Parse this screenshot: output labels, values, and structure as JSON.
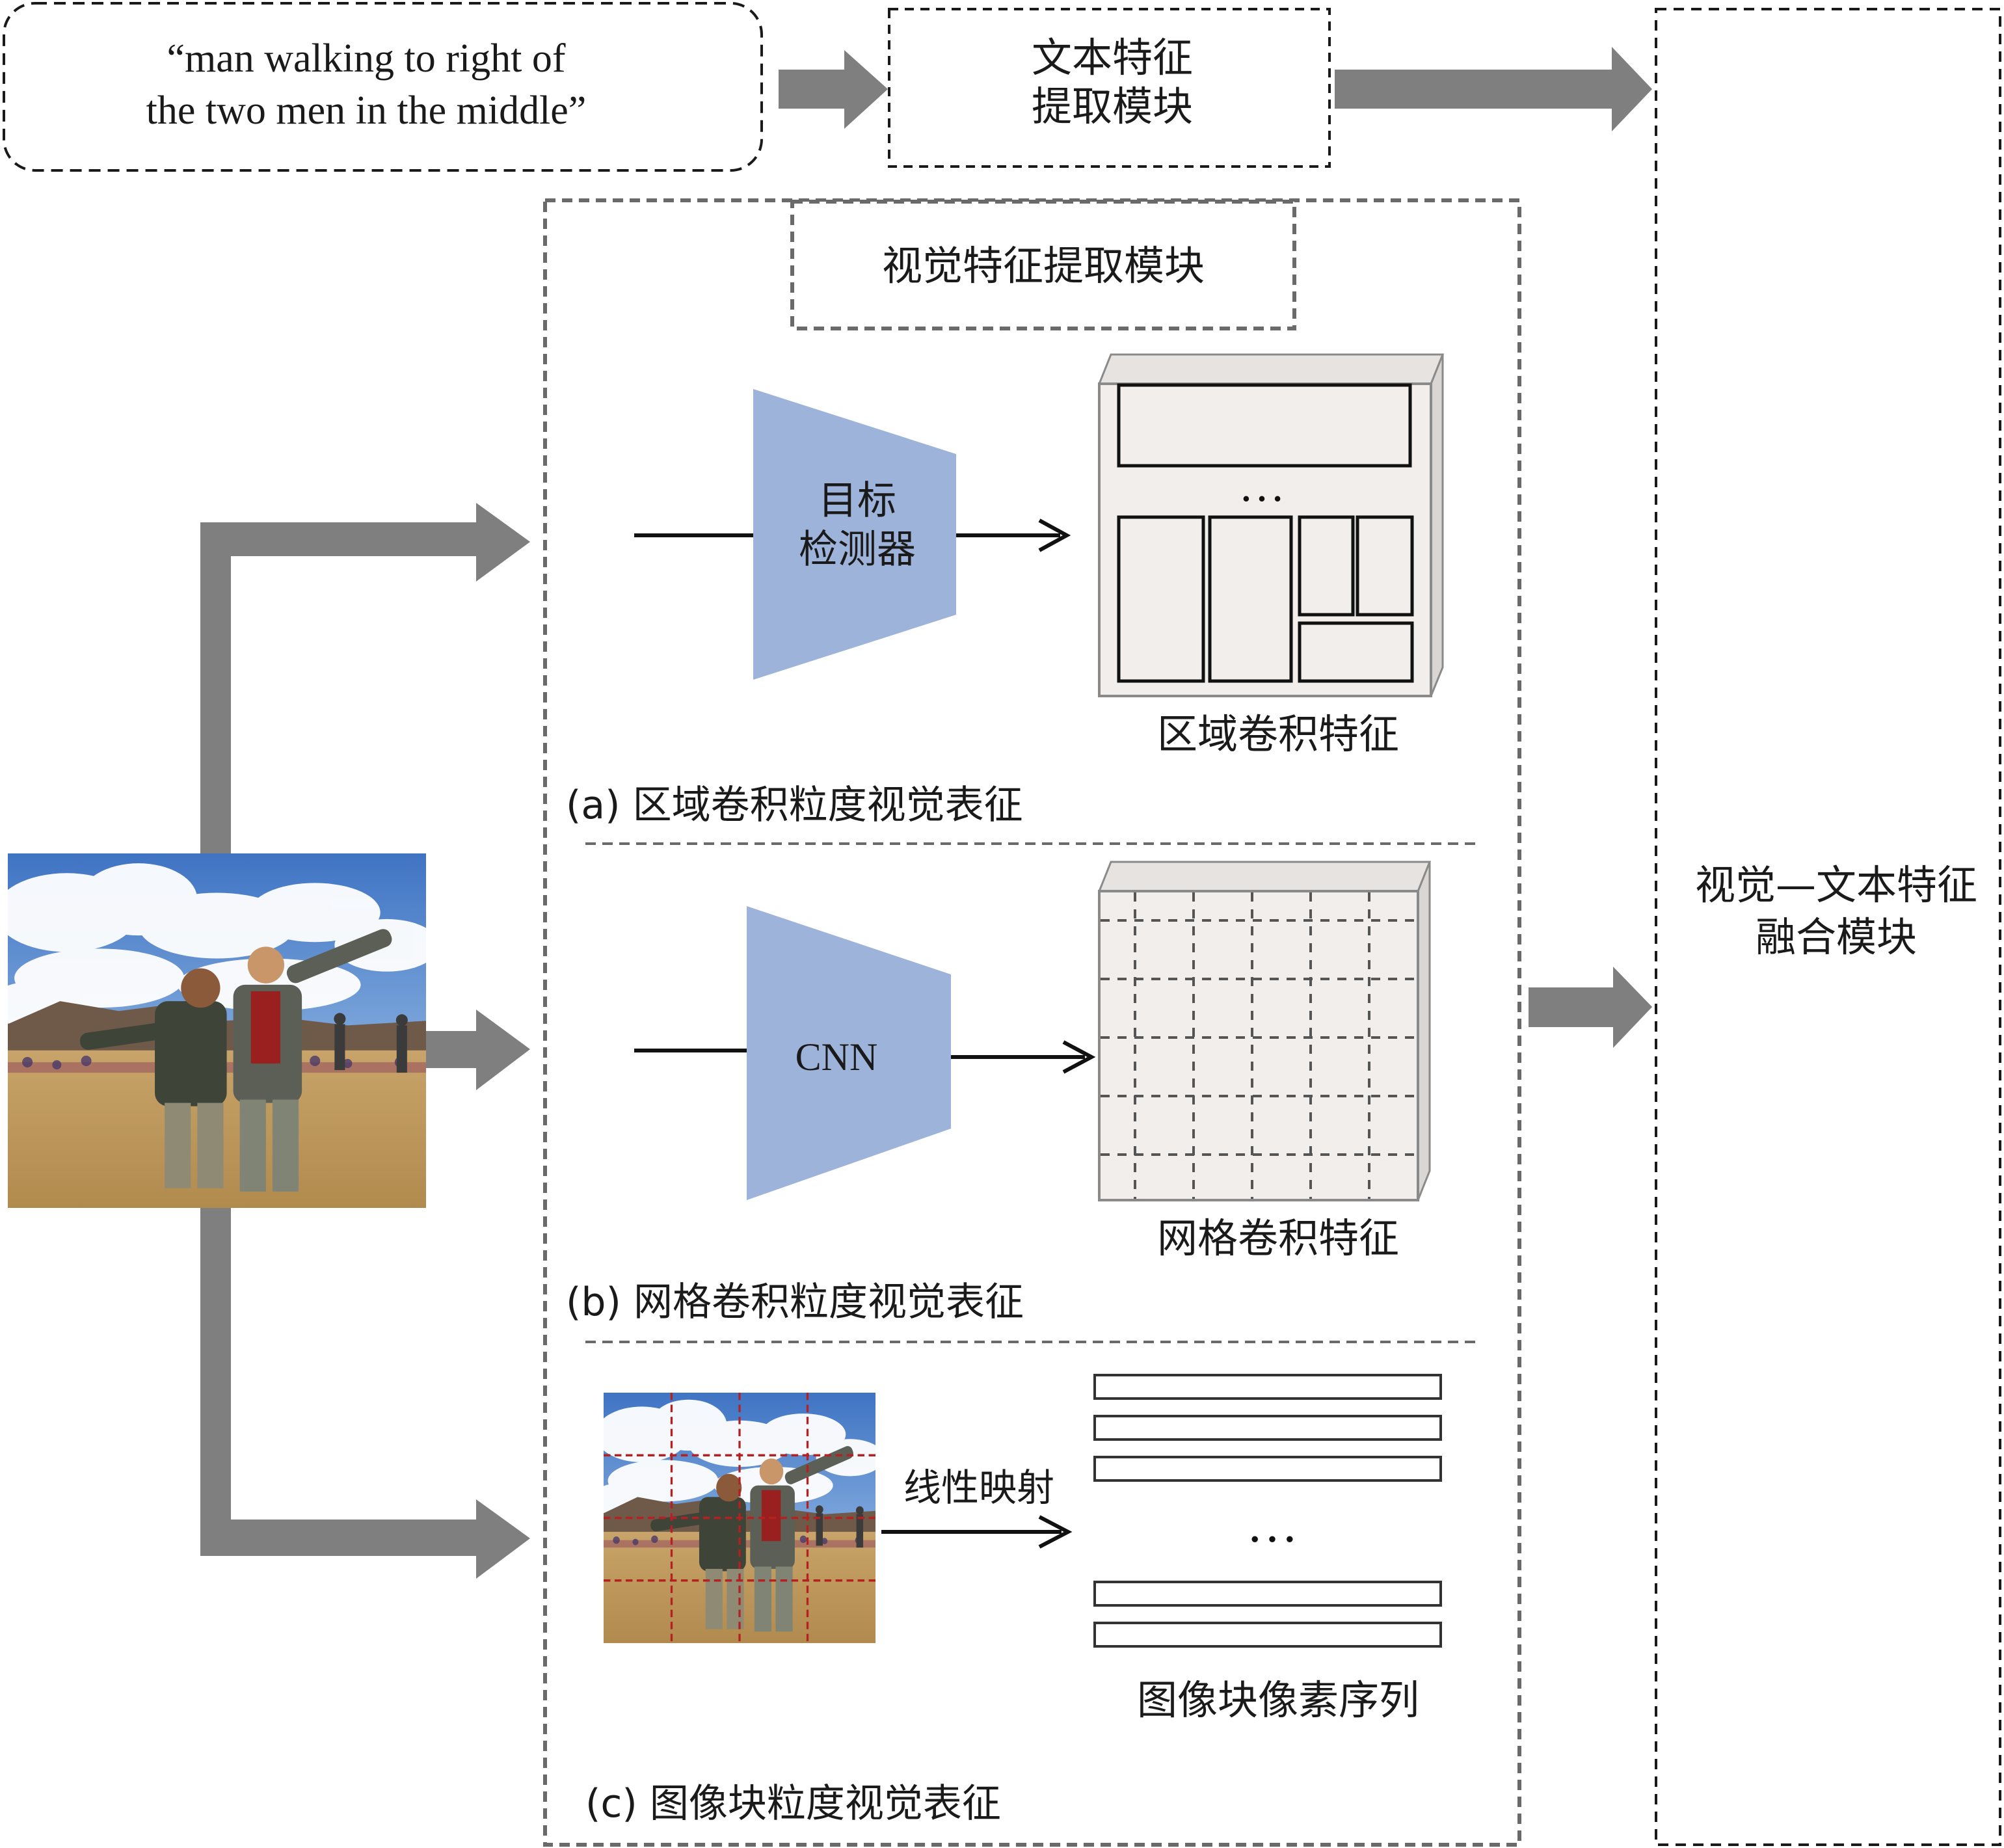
{
  "query": {
    "line1": "“man walking to right of",
    "line2": "the two men in the middle”"
  },
  "text_module": {
    "line1": "文本特征",
    "line2": "提取模块"
  },
  "visual_module": {
    "title": "视觉特征提取模块"
  },
  "fusion_module": {
    "line1": "视觉—文本特征",
    "line2": "融合模块"
  },
  "section_a": {
    "detector_line1": "目标",
    "detector_line2": "检测器",
    "ellipsis": "…",
    "feature_label": "区域卷积特征",
    "caption": "(a) 区域卷积粒度视觉表征"
  },
  "section_b": {
    "cnn_label": "CNN",
    "feature_label": "网格卷积特征",
    "caption": "(b) 网格卷积粒度视觉表征"
  },
  "section_c": {
    "arrow_label": "线性映射",
    "ellipsis": "…",
    "feature_label": "图像块像素序列",
    "caption": "(c) 图像块粒度视觉表征"
  },
  "colors": {
    "arrow": "#7f7f7f",
    "trapezoid": "#9db3d9",
    "feature_fill": "#f2eeec",
    "dashed_border": "#5a5a5a",
    "grid_red": "#b52020"
  }
}
